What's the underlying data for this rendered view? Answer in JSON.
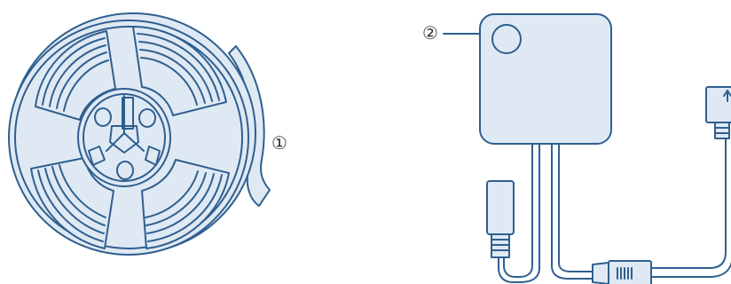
{
  "callouts": {
    "strip": {
      "label": "①",
      "part": "led-strip-reel"
    },
    "controller": {
      "label": "②",
      "part": "controller-box"
    }
  },
  "colors": {
    "outline": "#2f5f8f",
    "fill": "#dfe9f4",
    "background": "#ffffff",
    "label": "#333333"
  },
  "icons": {
    "usb_arrow": "up-arrow-icon"
  }
}
